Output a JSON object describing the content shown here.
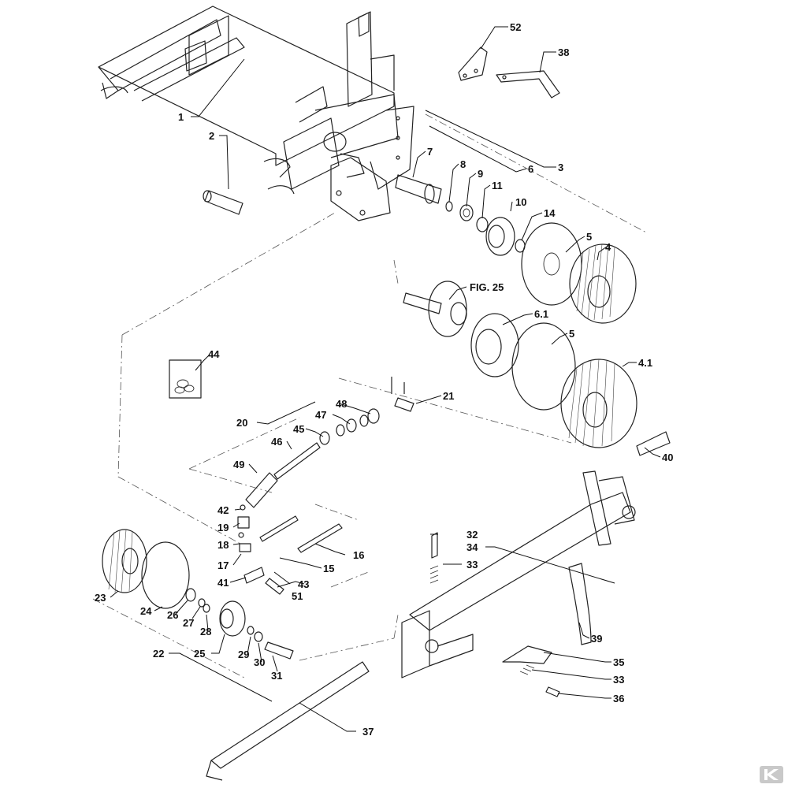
{
  "diagram": {
    "callouts": [
      {
        "id": "c-1",
        "text": "1"
      },
      {
        "id": "c-2",
        "text": "2"
      },
      {
        "id": "c-3",
        "text": "3"
      },
      {
        "id": "c-4",
        "text": "4"
      },
      {
        "id": "c-4-1",
        "text": "4.1"
      },
      {
        "id": "c-5a",
        "text": "5"
      },
      {
        "id": "c-5b",
        "text": "5"
      },
      {
        "id": "c-6",
        "text": "6"
      },
      {
        "id": "c-6-1",
        "text": "6.1"
      },
      {
        "id": "c-7",
        "text": "7"
      },
      {
        "id": "c-8",
        "text": "8"
      },
      {
        "id": "c-9",
        "text": "9"
      },
      {
        "id": "c-10",
        "text": "10"
      },
      {
        "id": "c-11",
        "text": "11"
      },
      {
        "id": "c-14",
        "text": "14"
      },
      {
        "id": "c-fig25",
        "text": "FIG. 25"
      },
      {
        "id": "c-15",
        "text": "15"
      },
      {
        "id": "c-16",
        "text": "16"
      },
      {
        "id": "c-17",
        "text": "17"
      },
      {
        "id": "c-18",
        "text": "18"
      },
      {
        "id": "c-19",
        "text": "19"
      },
      {
        "id": "c-20",
        "text": "20"
      },
      {
        "id": "c-21",
        "text": "21"
      },
      {
        "id": "c-22",
        "text": "22"
      },
      {
        "id": "c-23",
        "text": "23"
      },
      {
        "id": "c-24",
        "text": "24"
      },
      {
        "id": "c-25",
        "text": "25"
      },
      {
        "id": "c-26",
        "text": "26"
      },
      {
        "id": "c-27",
        "text": "27"
      },
      {
        "id": "c-28",
        "text": "28"
      },
      {
        "id": "c-29",
        "text": "29"
      },
      {
        "id": "c-30",
        "text": "30"
      },
      {
        "id": "c-31",
        "text": "31"
      },
      {
        "id": "c-32",
        "text": "32"
      },
      {
        "id": "c-33a",
        "text": "33"
      },
      {
        "id": "c-33b",
        "text": "33"
      },
      {
        "id": "c-34",
        "text": "34"
      },
      {
        "id": "c-35",
        "text": "35"
      },
      {
        "id": "c-36",
        "text": "36"
      },
      {
        "id": "c-37",
        "text": "37"
      },
      {
        "id": "c-38",
        "text": "38"
      },
      {
        "id": "c-39",
        "text": "39"
      },
      {
        "id": "c-40",
        "text": "40"
      },
      {
        "id": "c-41",
        "text": "41"
      },
      {
        "id": "c-42",
        "text": "42"
      },
      {
        "id": "c-43",
        "text": "43"
      },
      {
        "id": "c-44",
        "text": "44"
      },
      {
        "id": "c-45",
        "text": "45"
      },
      {
        "id": "c-46",
        "text": "46"
      },
      {
        "id": "c-47",
        "text": "47"
      },
      {
        "id": "c-48",
        "text": "48"
      },
      {
        "id": "c-49",
        "text": "49"
      },
      {
        "id": "c-51",
        "text": "51"
      },
      {
        "id": "c-52",
        "text": "52"
      }
    ]
  },
  "brand": {
    "logo_icon": "k-logo-icon"
  }
}
